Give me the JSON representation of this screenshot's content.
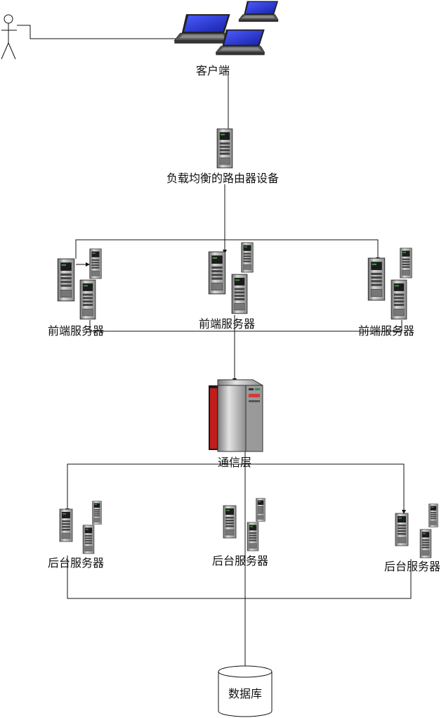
{
  "labels": {
    "client": "客户端",
    "load_balancer": "负载均衡的路由器设备",
    "frontend_left": "前端服务器",
    "frontend_center": "前端服务器",
    "frontend_right": "前端服务器",
    "comm_layer": "通信层",
    "backend_left": "后台服务器",
    "backend_center": "后台服务器",
    "backend_right": "后台服务器",
    "database": "数据库"
  },
  "icons": {
    "user": "stick-figure-actor-icon",
    "laptop": "laptop-icon",
    "server": "tower-server-icon",
    "mainframe": "mainframe-icon",
    "database": "database-cylinder-icon"
  },
  "colors": {
    "line": "#111111",
    "laptop_screen": "#2233cc",
    "mainframe_accent": "#cc2222",
    "server_body": "#a8a8a8"
  }
}
